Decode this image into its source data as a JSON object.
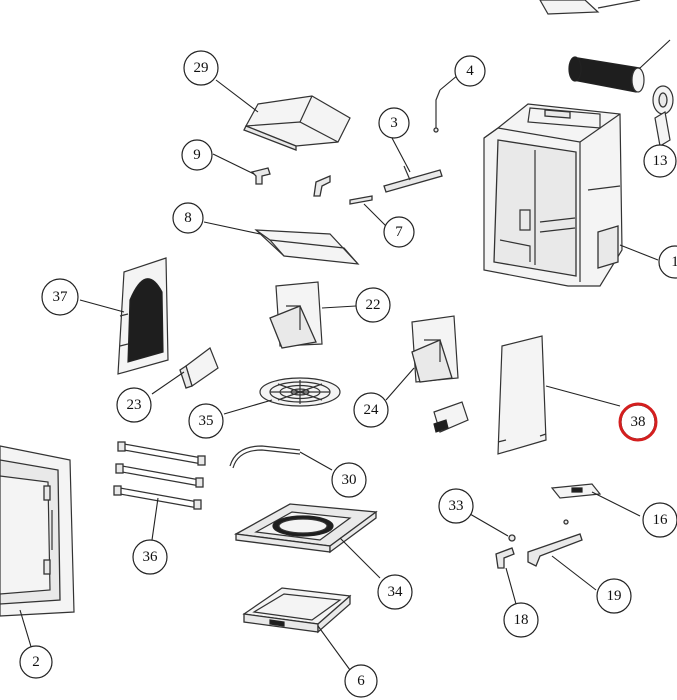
{
  "callouts": [
    {
      "id": "c29",
      "label": "29"
    },
    {
      "id": "c4",
      "label": "4"
    },
    {
      "id": "c3",
      "label": "3"
    },
    {
      "id": "c9",
      "label": "9"
    },
    {
      "id": "c13",
      "label": "13"
    },
    {
      "id": "c8",
      "label": "8"
    },
    {
      "id": "c7",
      "label": "7"
    },
    {
      "id": "c1",
      "label": "1"
    },
    {
      "id": "c37",
      "label": "37"
    },
    {
      "id": "c22",
      "label": "22"
    },
    {
      "id": "c23",
      "label": "23"
    },
    {
      "id": "c35",
      "label": "35"
    },
    {
      "id": "c24",
      "label": "24"
    },
    {
      "id": "c38",
      "label": "38"
    },
    {
      "id": "c30",
      "label": "30"
    },
    {
      "id": "c33",
      "label": "33"
    },
    {
      "id": "c16",
      "label": "16"
    },
    {
      "id": "c36",
      "label": "36"
    },
    {
      "id": "c34",
      "label": "34"
    },
    {
      "id": "c19",
      "label": "19"
    },
    {
      "id": "c18",
      "label": "18"
    },
    {
      "id": "c2",
      "label": "2"
    },
    {
      "id": "c6",
      "label": "6"
    }
  ],
  "highlighted_callout": "38",
  "colors": {
    "line": "#222222",
    "highlight": "#d41f1f",
    "background": "#ffffff"
  }
}
